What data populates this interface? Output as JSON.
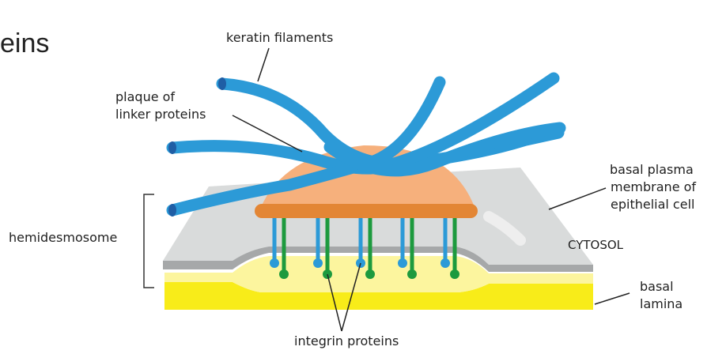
{
  "page": {
    "title_fragment": "eins"
  },
  "labels": {
    "keratin_filaments": "keratin filaments",
    "plaque_line1": "plaque of",
    "plaque_line2": "linker proteins",
    "hemidesmosome": "hemidesmosome",
    "basal_plasma_line1": "basal plasma",
    "basal_plasma_line2": "membrane of",
    "basal_plasma_line3": "epithelial cell",
    "cytosol": "CYTOSOL",
    "basal_lamina_line1": "basal",
    "basal_lamina_line2": "lamina",
    "integrin_proteins": "integrin proteins"
  },
  "colors": {
    "keratin_filament": "#2c9ad7",
    "keratin_end": "#1f5ea5",
    "plaque": "#f6b07c",
    "plaque_base": "#e38635",
    "membrane_top": "#d9dbdb",
    "membrane_side": "#9a9d9e",
    "membrane_front": "#a6a8a9",
    "basal_lamina": "#f8ec19",
    "basal_lamina_top": "#fcf59e",
    "integrin_blue": "#2c9ad7",
    "integrin_green": "#1d9a3e"
  }
}
